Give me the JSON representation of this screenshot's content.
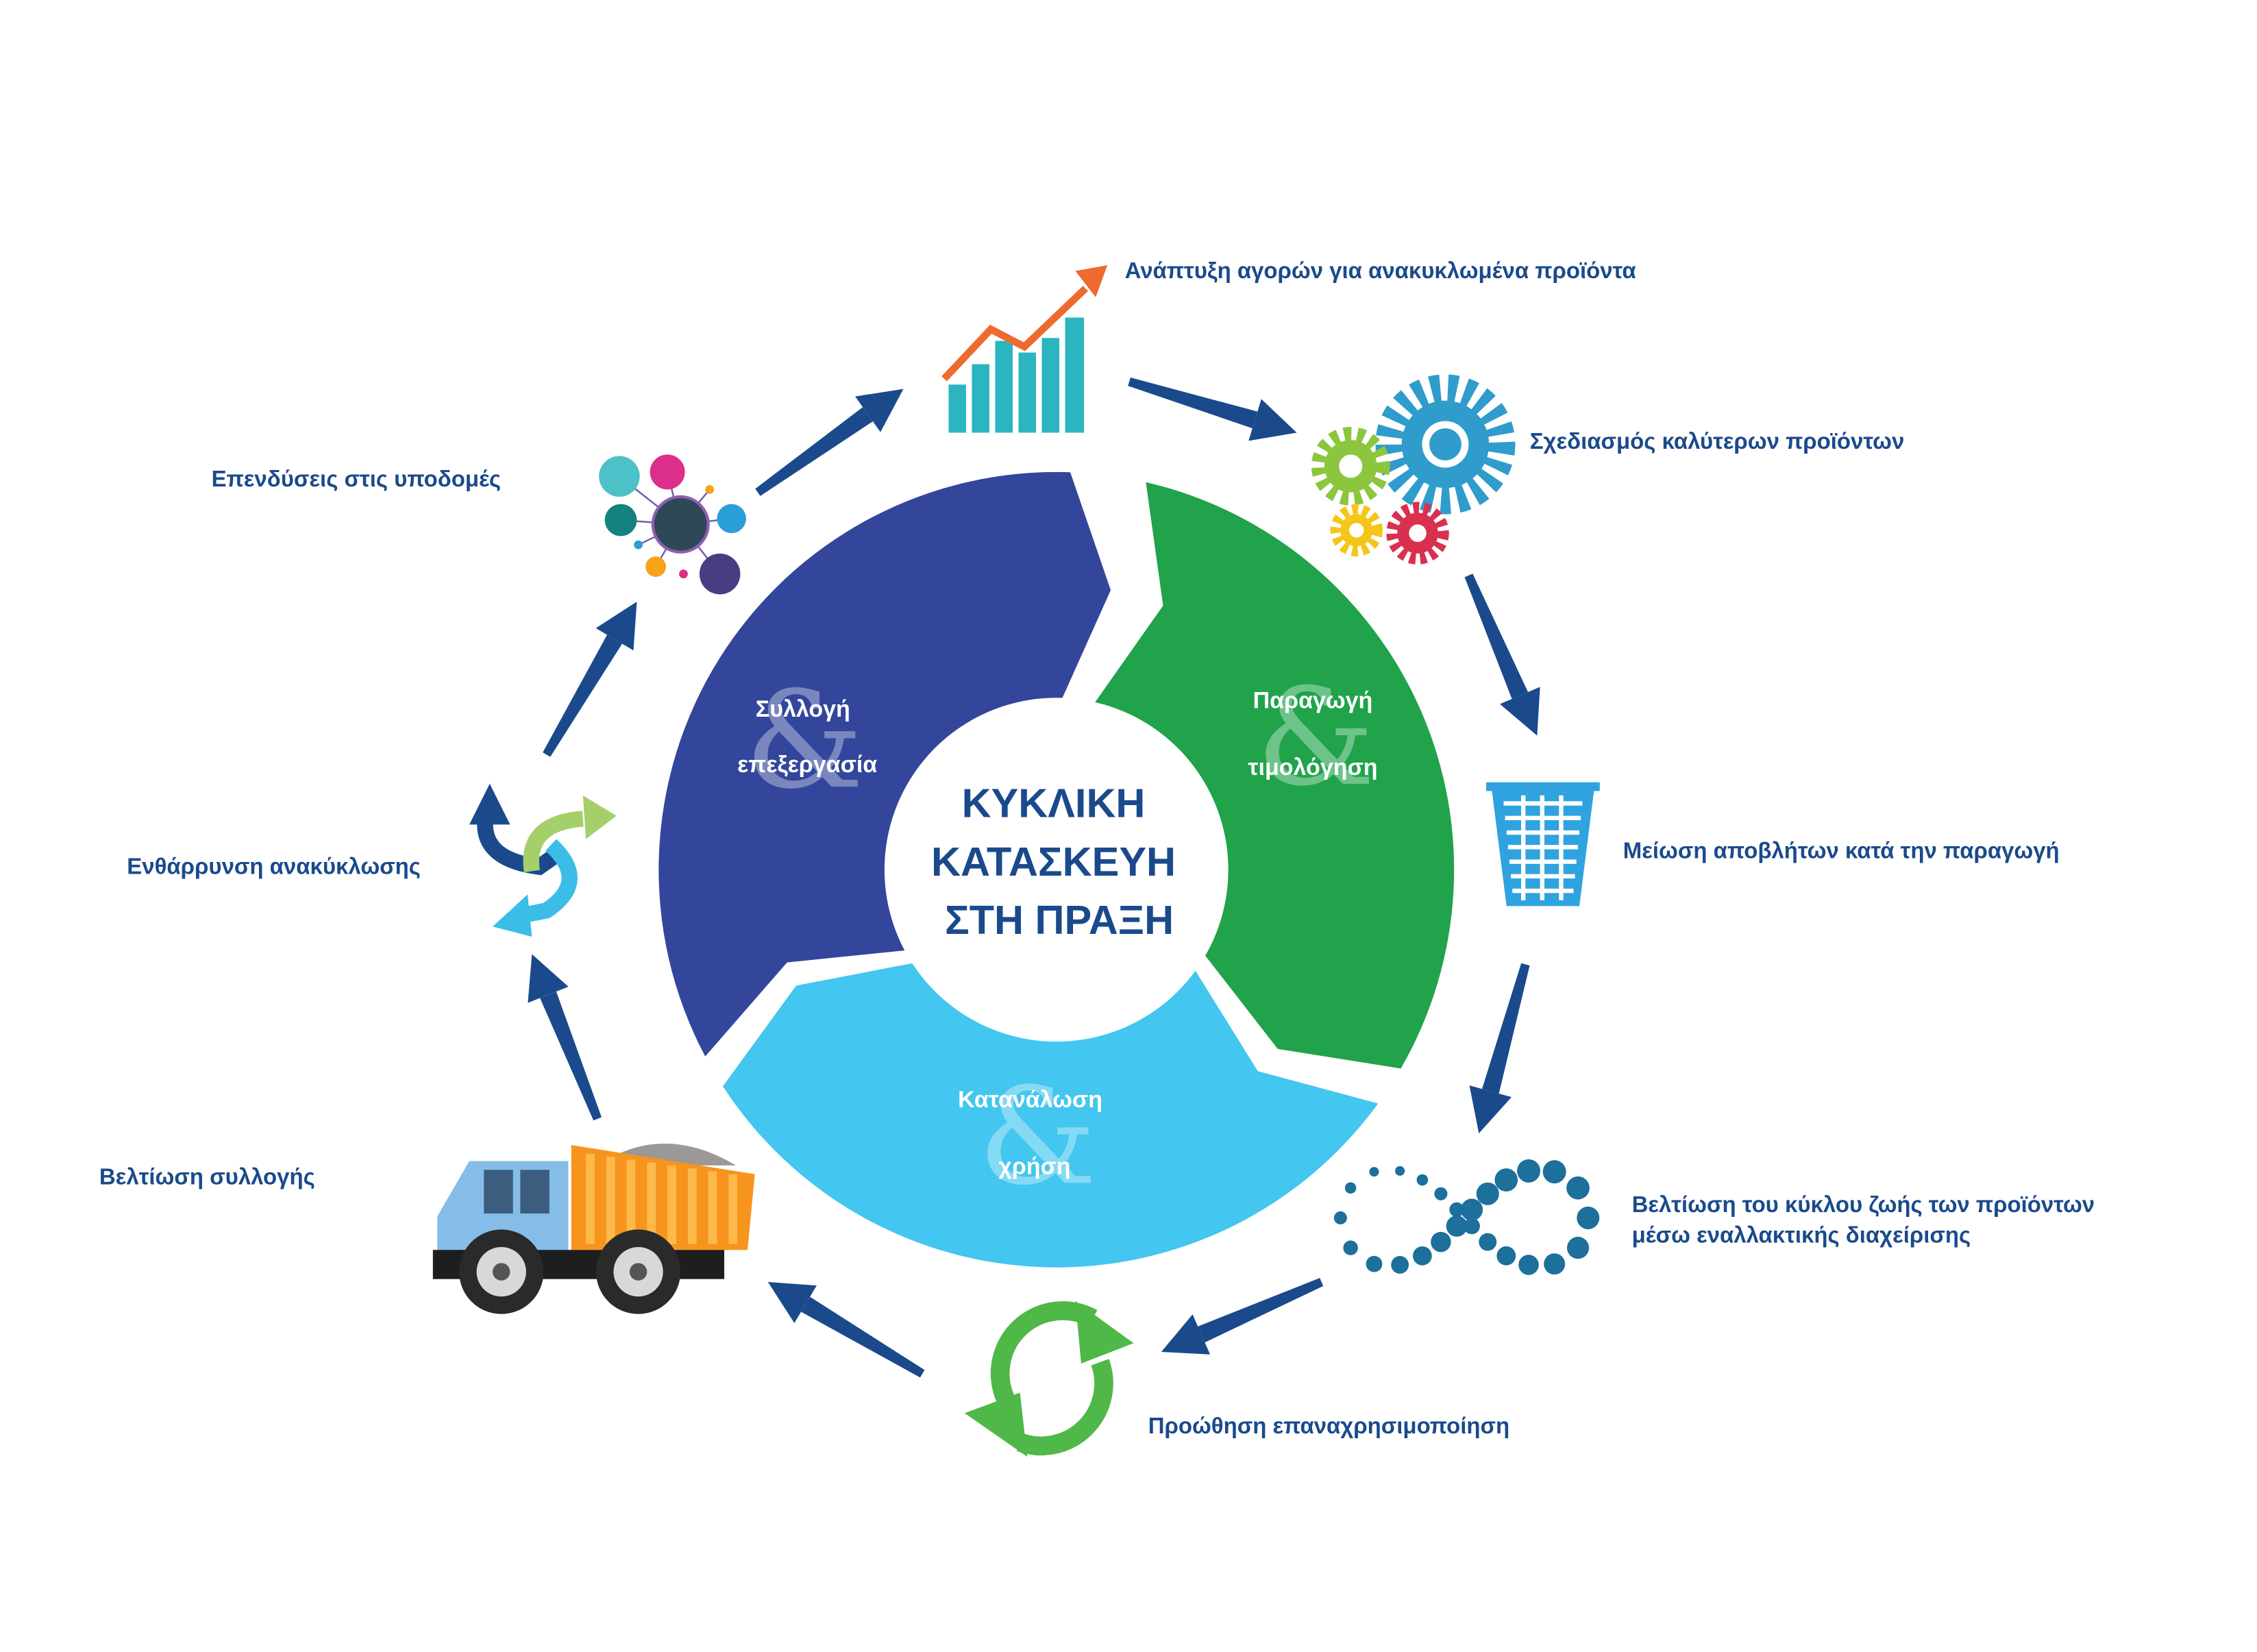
{
  "center_title": [
    "ΚΥΚΛΙΚΗ",
    "ΚΑΤΑΣΚΕΥΗ",
    "ΣΤΗ ΠΡΑΞΗ"
  ],
  "segments": [
    {
      "line1": "Συλλογή",
      "line2": "επεξεργασία",
      "ampersand": "&",
      "color": "#33469b"
    },
    {
      "line1": "Παραγωγή",
      "line2": "τιμολόγηση",
      "ampersand": "&",
      "color": "#20a34a"
    },
    {
      "line1": "Κατανάλωση",
      "line2": "χρήση",
      "ampersand": "&",
      "color": "#43c6ef"
    }
  ],
  "steps": [
    {
      "label": "Ανάπτυξη αγορών για ανακυκλωμένα προϊόντα",
      "icon": "bar-chart-growth-icon"
    },
    {
      "label": "Σχεδιασμός καλύτερων προϊόντων",
      "icon": "gears-icon"
    },
    {
      "label": "Μείωση αποβλήτων κατά την παραγωγή",
      "icon": "waste-basket-icon"
    },
    {
      "label": "Βελτίωση του κύκλου ζωής των προϊόντων",
      "label2": "μέσω εναλλακτικής διαχείρισης",
      "icon": "infinity-dots-icon"
    },
    {
      "label": "Προώθηση επαναχρησιμοποίηση",
      "icon": "reuse-cycle-icon"
    },
    {
      "label": "Βελτίωση συλλογής",
      "icon": "dump-truck-icon"
    },
    {
      "label": "Ενθάρρυνση ανακύκλωσης",
      "icon": "recycle-arrows-icon"
    },
    {
      "label": "Επενδύσεις στις υποδομές",
      "icon": "network-nodes-icon"
    }
  ],
  "colors": {
    "text": "#1a4a8c",
    "arrow": "#1a4a8c"
  }
}
